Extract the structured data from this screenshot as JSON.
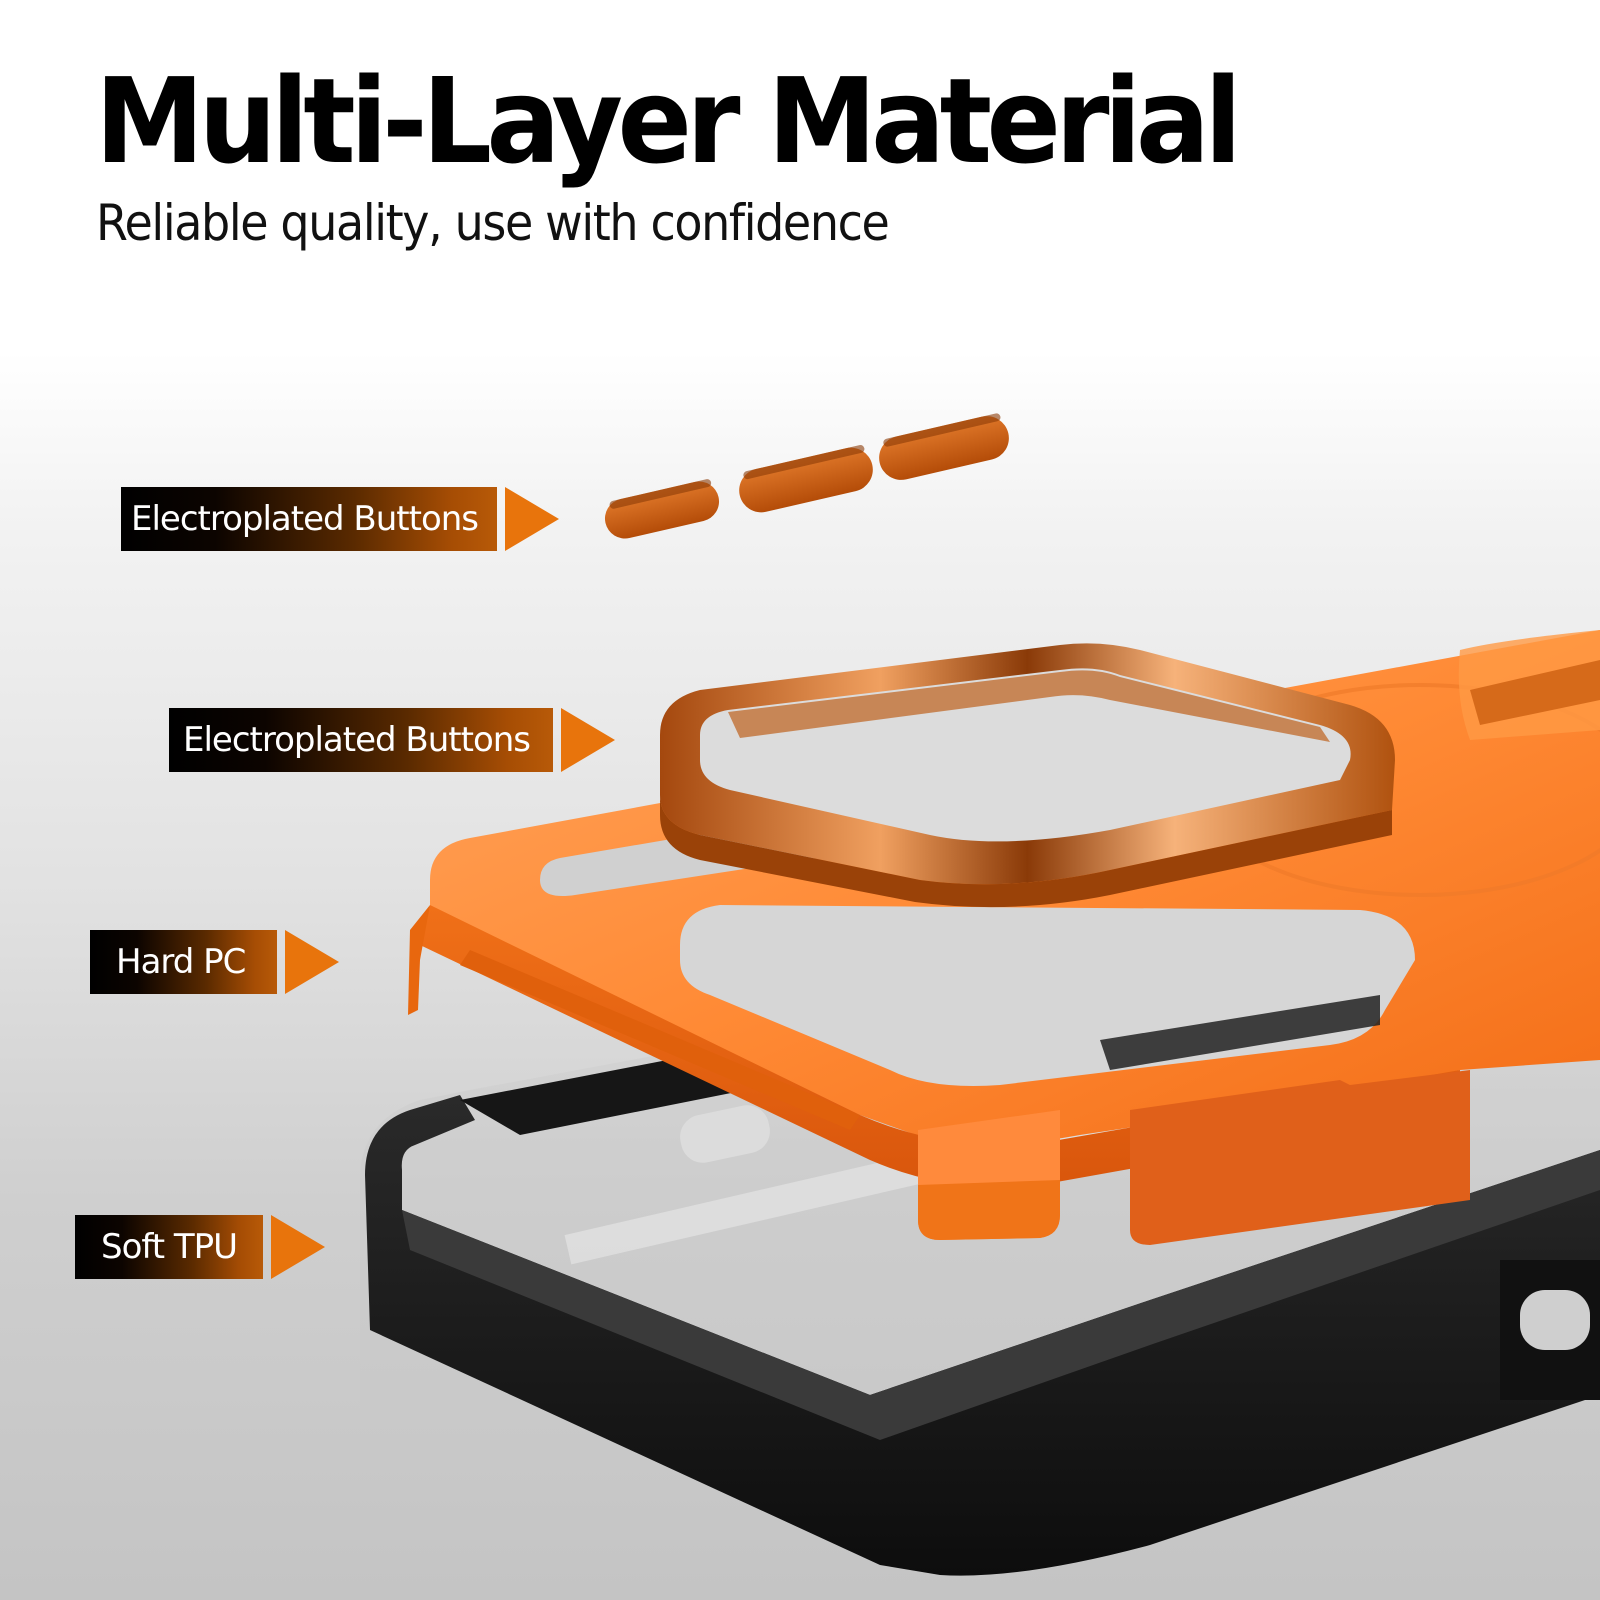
{
  "header": {
    "title": "Multi-Layer Material",
    "subtitle": "Reliable quality, use with confidence"
  },
  "callouts": [
    {
      "label": "Electroplated Buttons",
      "target": "side-buttons"
    },
    {
      "label": "Electroplated Buttons",
      "target": "camera-ring"
    },
    {
      "label": "Hard PC",
      "target": "orange-hard-shell"
    },
    {
      "label": "Soft TPU",
      "target": "black-bumper"
    }
  ],
  "colors": {
    "accent_orange": "#f47a20",
    "electroplated_copper": "#c8621a",
    "bumper_black": "#1a1a1a",
    "label_gradient_start": "#000000",
    "label_gradient_end": "#b85a08",
    "arrow_orange": "#e8740c"
  }
}
